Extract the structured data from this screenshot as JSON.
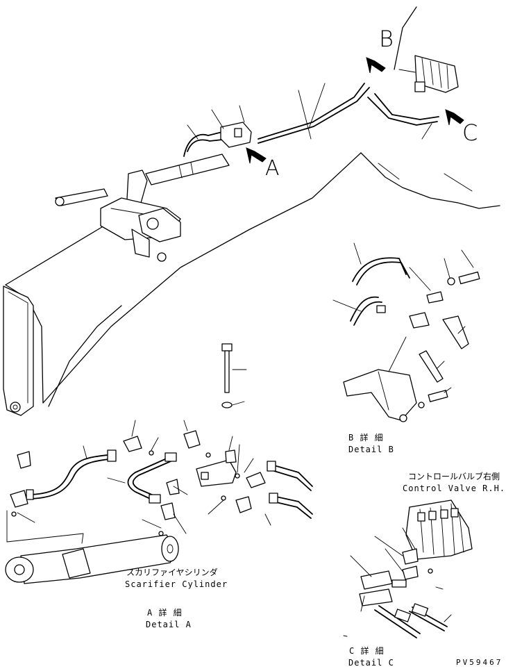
{
  "callouts": {
    "a": "A",
    "b": "B",
    "c": "C"
  },
  "detail_b": {
    "jp": "B 詳 細",
    "en": "Detail B"
  },
  "detail_a": {
    "jp": "A 詳 細",
    "en": "Detail A"
  },
  "detail_c": {
    "jp": "C 詳 細",
    "en": "Detail C"
  },
  "scarifier": {
    "jp": "スカリファイヤシリンダ",
    "en": "Scarifier Cylinder"
  },
  "control_valve": {
    "jp": "コントロールバルブ右側",
    "en": "Control Valve R.H."
  },
  "part_code": "PV59467"
}
